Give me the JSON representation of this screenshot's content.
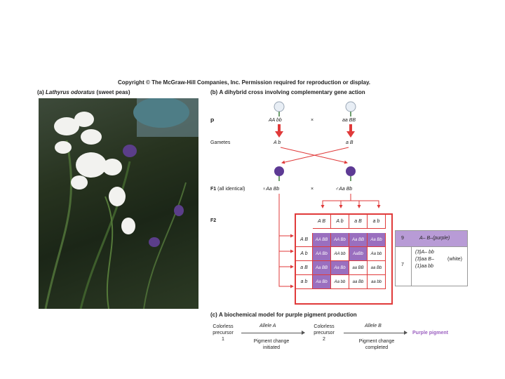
{
  "copyright": "Copyright © The McGraw-Hill Companies, Inc. Permission required for reproduction or display.",
  "panel_a": {
    "label": "(a)",
    "title": "Lathyrus odoratus",
    "suffix": "(sweet peas)"
  },
  "panel_b": {
    "label": "(b)",
    "title": "A dihybrid cross involving complementary gene action"
  },
  "panel_c": {
    "label": "(c)",
    "title": "A biochemical model for purple pigment production"
  },
  "cross": {
    "p_label": "P",
    "p_left": "AA bb",
    "p_right": "aa BB",
    "times": "×",
    "gametes_label": "Gametes",
    "gamete_left": "A b",
    "gamete_right": "a B",
    "f1_label": "F1",
    "f1_note": "(all identical)",
    "f1_female": "♀Aa Bb",
    "f1_male": "♂Aa Bb",
    "f2_label": "F2"
  },
  "punnett": {
    "cols": [
      "A B",
      "A b",
      "a B",
      "a b"
    ],
    "rows": [
      "A B",
      "A b",
      "a B",
      "a b"
    ],
    "cells": [
      [
        "AA BB",
        "AA Bb",
        "Aa BB",
        "Aa Bb"
      ],
      [
        "AA Bb",
        "AA bb",
        "AaBb",
        "Aa bb"
      ],
      [
        "Aa BB",
        "Aa Bb",
        "aa BB",
        "aa Bb"
      ],
      [
        "Aa Bb",
        "Aa bb",
        "aa Bb",
        "aa bb"
      ]
    ],
    "purple_mask": [
      [
        true,
        true,
        true,
        true
      ],
      [
        true,
        false,
        true,
        false
      ],
      [
        true,
        true,
        false,
        false
      ],
      [
        true,
        false,
        false,
        false
      ]
    ]
  },
  "ratio": {
    "purple_count": "9",
    "purple_geno": "A– B–(purple)",
    "white_count": "7",
    "white_genos": [
      "(3)A– bb",
      "(3)aa B–",
      "(1)aa bb"
    ],
    "white_label": "(white)"
  },
  "pathway": {
    "start": [
      "Colorless",
      "precursor",
      "1"
    ],
    "allele_a": "Allele A",
    "middle": [
      "Colorless",
      "precursor",
      "2"
    ],
    "allele_b": "Allele B",
    "end": "Purple pigment",
    "step1_note": [
      "Pigment change",
      "initiated"
    ],
    "step2_note": [
      "Pigment change",
      "completed"
    ]
  },
  "colors": {
    "accent_red": "#e03a3a",
    "purple": "#9a6fbf",
    "end_text": "#9b5fc0"
  }
}
